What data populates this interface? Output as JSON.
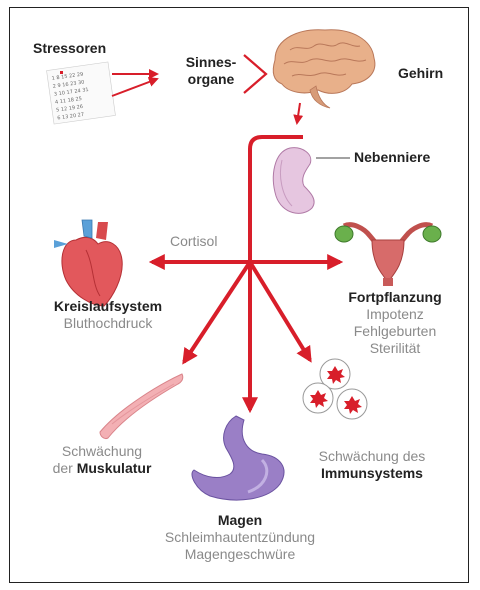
{
  "labels": {
    "stressoren": "Stressoren",
    "sinnesorgane_1": "Sinnes-",
    "sinnesorgane_2": "organe",
    "gehirn": "Gehirn",
    "nebenniere": "Nebenniere",
    "cortisol": "Cortisol",
    "kreislauf_title": "Kreislaufsystem",
    "kreislauf_sub": "Bluthochdruck",
    "fortpflanzung_title": "Fortpflanzung",
    "fortpflanzung_sub1": "Impotenz",
    "fortpflanzung_sub2": "Fehlgeburten",
    "fortpflanzung_sub3": "Sterilität",
    "muskulatur_1": "Schwächung",
    "muskulatur_2a": "der ",
    "muskulatur_2b": "Muskulatur",
    "immun_1": "Schwächung des",
    "immun_2": "Immunsystems",
    "magen_title": "Magen",
    "magen_sub1": "Schleimhautentzündung",
    "magen_sub2": "Magengeschwüre"
  },
  "icons": [
    "calendar-icon",
    "brain-icon",
    "kidney-icon",
    "heart-icon",
    "uterus-icon",
    "muscle-icon",
    "immune-cells-icon",
    "stomach-icon"
  ],
  "colors": {
    "arrow": "#d81e2a",
    "label_bold": "#222222",
    "label_grey": "#8a8a8a"
  }
}
